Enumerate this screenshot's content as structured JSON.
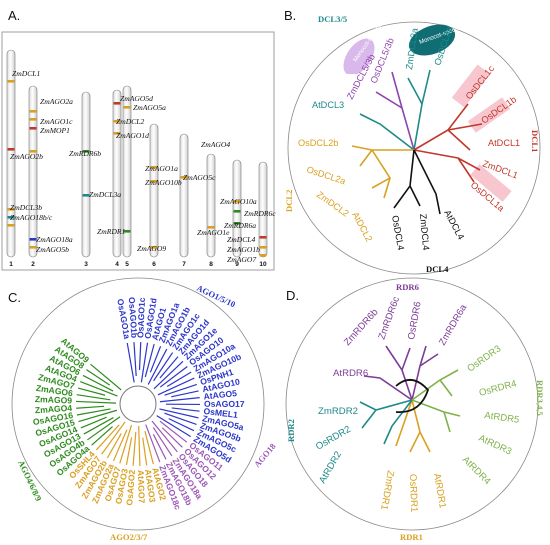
{
  "colors": {
    "dcl1": "#c0392b",
    "dcl2": "#d9a021",
    "dcl3": "#1f8a8a",
    "dcl4": "#111111",
    "dcl5": "#8e44ad",
    "ago1": "#2c36c9",
    "ago2": "#d9a021",
    "ago4": "#2e8b1e",
    "ago18": "#9b59b6",
    "rdr1": "#d9a021",
    "rdr2": "#1f8a8a",
    "rdr3": "#7fb24a",
    "rdr6": "#7d3c98",
    "highlight_pink": "#f7c6cf",
    "highlight_lilac": "#d9b8ec",
    "highlight_teal": "#0f6d73"
  },
  "panel_a": {
    "letter": "A.",
    "chromosomes": [
      "1",
      "2",
      "3",
      "4",
      "5",
      "6",
      "7",
      "8",
      "9",
      "10"
    ],
    "genes": [
      "ZmDCL1",
      "ZmAGO2a",
      "ZmAGO1c",
      "ZmMOP1",
      "ZmAGO2b",
      "ZmRDR6b",
      "ZmAGO5d",
      "ZmAGO5a",
      "ZmDCL2",
      "ZmAGO1d",
      "ZmAGO4",
      "ZmAGO1a",
      "ZmAGO10b",
      "ZmAGO5c",
      "ZmDCL3a",
      "ZmAGO10a",
      "ZmRDR6c",
      "ZmRDR6a",
      "ZmDCL3b",
      "ZmAGO18b/c",
      "ZmRDR1",
      "ZmAGO1e",
      "ZmAGO9",
      "ZmAGO18a",
      "ZmAGO5b",
      "ZmDCL4",
      "ZmAGO1b",
      "ZmAGO7"
    ]
  },
  "panel_b": {
    "letter": "B.",
    "groups": [
      "DCL3/5",
      "DCL1",
      "DCL2",
      "DCL4"
    ],
    "genes": [
      "ZmDCL5/3b",
      "OsDCL5/3b",
      "ZmDCL3a",
      "OsDCL3a",
      "AtDCL3",
      "OsDCL1c",
      "OsDCL1b",
      "AtDCL1",
      "ZmDCL1",
      "OsDCL1a",
      "OsDCL2b",
      "OsDCL2a",
      "ZmDCL2",
      "AtDCL2",
      "OsDCL4",
      "ZmDCL4",
      "AtDCL4"
    ],
    "tags": [
      "Monocot-specific",
      "Monocot-specific"
    ]
  },
  "panel_c": {
    "letter": "C.",
    "groups": [
      "AGO1/5/10",
      "AGO18",
      "AGO2/3/7",
      "AGO4/6/8/9"
    ],
    "genes": [
      "OsAGO1a",
      "OsAGO1b",
      "OsAGO1c",
      "OsAGO1d",
      "AtAGO1",
      "ZmAGO1a",
      "ZmAGO1b",
      "ZmAGO1c",
      "ZmAGO1d",
      "ZmAGO1e",
      "OsAGO10",
      "ZmAGO10a",
      "ZmAGO10b",
      "OsPNH1",
      "AtAGO10",
      "AtAGO5",
      "OsAGO17",
      "OsMEL1",
      "ZmAGO5a",
      "ZmAGO5b",
      "ZmAGO5c",
      "ZmAGO5d",
      "OsAGO11",
      "OsAGO12",
      "OsAGO18",
      "ZmAGO18a",
      "ZmAGO18b",
      "ZmAGO18c",
      "AtAGO2",
      "AtAGO3",
      "AtAGO7",
      "OsAGO2",
      "OsAGO3",
      "OsAGO7",
      "ZmAGO2a",
      "ZmAGO2b",
      "ZmAGO7",
      "OsSHL4",
      "OsAGO4a",
      "OsAGO4b",
      "OsAGO13",
      "OsAGO14",
      "OsAGO15",
      "OsAGO16",
      "ZmAGO4",
      "ZmAGO9",
      "ZmAGO6",
      "ZmAGO7",
      "AtAGO4",
      "AtAGO6",
      "AtAGO8",
      "AtAGO9"
    ]
  },
  "panel_d": {
    "letter": "D.",
    "groups": [
      "RDR6",
      "RDR3,4,5",
      "RDR1",
      "RDR2"
    ],
    "genes": [
      "OsRDR6",
      "ZmRDR6a",
      "ZmRDR6b",
      "ZmRDR6c",
      "AtRDR6",
      "OsRDR3",
      "OsRDR4",
      "AtRDR5",
      "AtRDR3",
      "AtRDR4",
      "AtRDR1",
      "OsRDR1",
      "ZmRDR1",
      "AtRDR2",
      "OsRDR2",
      "ZmRDR2"
    ]
  }
}
